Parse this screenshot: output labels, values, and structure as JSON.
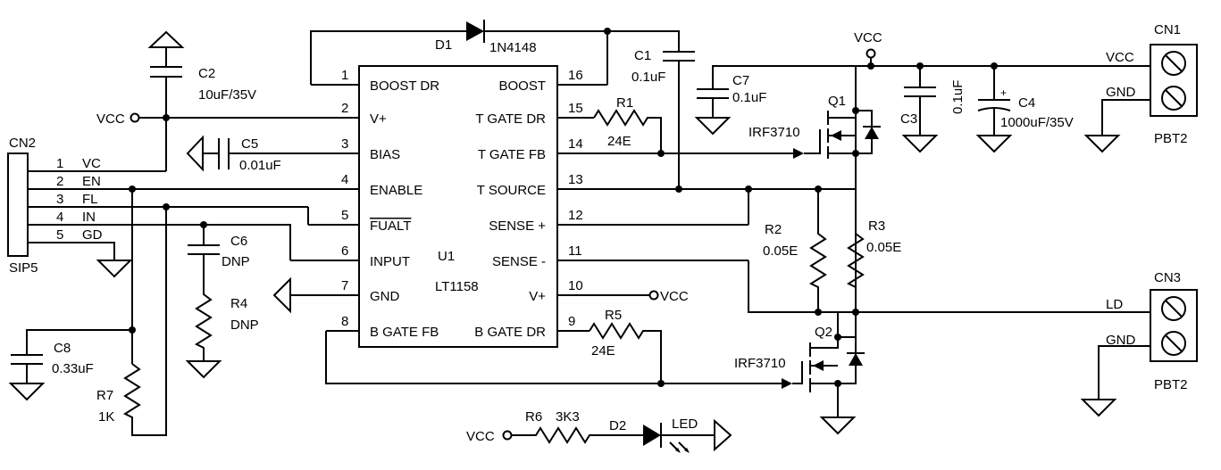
{
  "ic": {
    "ref": "U1",
    "part": "LT1158",
    "pins_left": [
      {
        "num": "1",
        "name": "BOOST DR"
      },
      {
        "num": "2",
        "name": "V+"
      },
      {
        "num": "3",
        "name": "BIAS"
      },
      {
        "num": "4",
        "name": "ENABLE"
      },
      {
        "num": "5",
        "name": "FUALT"
      },
      {
        "num": "6",
        "name": "INPUT"
      },
      {
        "num": "7",
        "name": "GND"
      },
      {
        "num": "8",
        "name": "B GATE FB"
      }
    ],
    "pins_right": [
      {
        "num": "16",
        "name": "BOOST"
      },
      {
        "num": "15",
        "name": "T GATE DR"
      },
      {
        "num": "14",
        "name": "T GATE FB"
      },
      {
        "num": "13",
        "name": "T SOURCE"
      },
      {
        "num": "12",
        "name": "SENSE +"
      },
      {
        "num": "11",
        "name": "SENSE -"
      },
      {
        "num": "10",
        "name": "V+"
      },
      {
        "num": "9",
        "name": "B GATE DR"
      }
    ]
  },
  "cn2": {
    "ref": "CN2",
    "part": "SIP5",
    "pins": [
      {
        "num": "1",
        "name": "VC"
      },
      {
        "num": "2",
        "name": "EN"
      },
      {
        "num": "3",
        "name": "FL"
      },
      {
        "num": "4",
        "name": "IN"
      },
      {
        "num": "5",
        "name": "GD"
      }
    ]
  },
  "cn1": {
    "ref": "CN1",
    "part": "PBT2",
    "pin1": "VCC",
    "pin2": "GND"
  },
  "cn3": {
    "ref": "CN3",
    "part": "PBT2",
    "pin1": "LD",
    "pin2": "GND"
  },
  "components": {
    "d1": {
      "ref": "D1",
      "value": "1N4148"
    },
    "c1": {
      "ref": "C1",
      "value": "0.1uF"
    },
    "c2": {
      "ref": "C2",
      "value": "10uF/35V"
    },
    "c3": {
      "ref": "C3",
      "value": "0.1uF"
    },
    "c4": {
      "ref": "C4",
      "value": "1000uF/35V",
      "polarity": "+"
    },
    "c5": {
      "ref": "C5",
      "value": "0.01uF"
    },
    "c6": {
      "ref": "C6",
      "value": "DNP"
    },
    "c7": {
      "ref": "C7",
      "value": "0.1uF"
    },
    "c8": {
      "ref": "C8",
      "value": "0.33uF"
    },
    "r1": {
      "ref": "R1",
      "value": "24E"
    },
    "r2": {
      "ref": "R2",
      "value": "0.05E"
    },
    "r3": {
      "ref": "R3",
      "value": "0.05E"
    },
    "r4": {
      "ref": "R4",
      "value": "DNP"
    },
    "r5": {
      "ref": "R5",
      "value": "24E"
    },
    "r6": {
      "ref": "R6",
      "value": "3K3"
    },
    "r7": {
      "ref": "R7",
      "value": "1K"
    },
    "q1": {
      "ref": "Q1",
      "value": "IRF3710"
    },
    "q2": {
      "ref": "Q2",
      "value": "IRF3710"
    },
    "d2": {
      "ref": "D2",
      "value": "LED"
    }
  },
  "nets": {
    "vcc": "VCC"
  }
}
